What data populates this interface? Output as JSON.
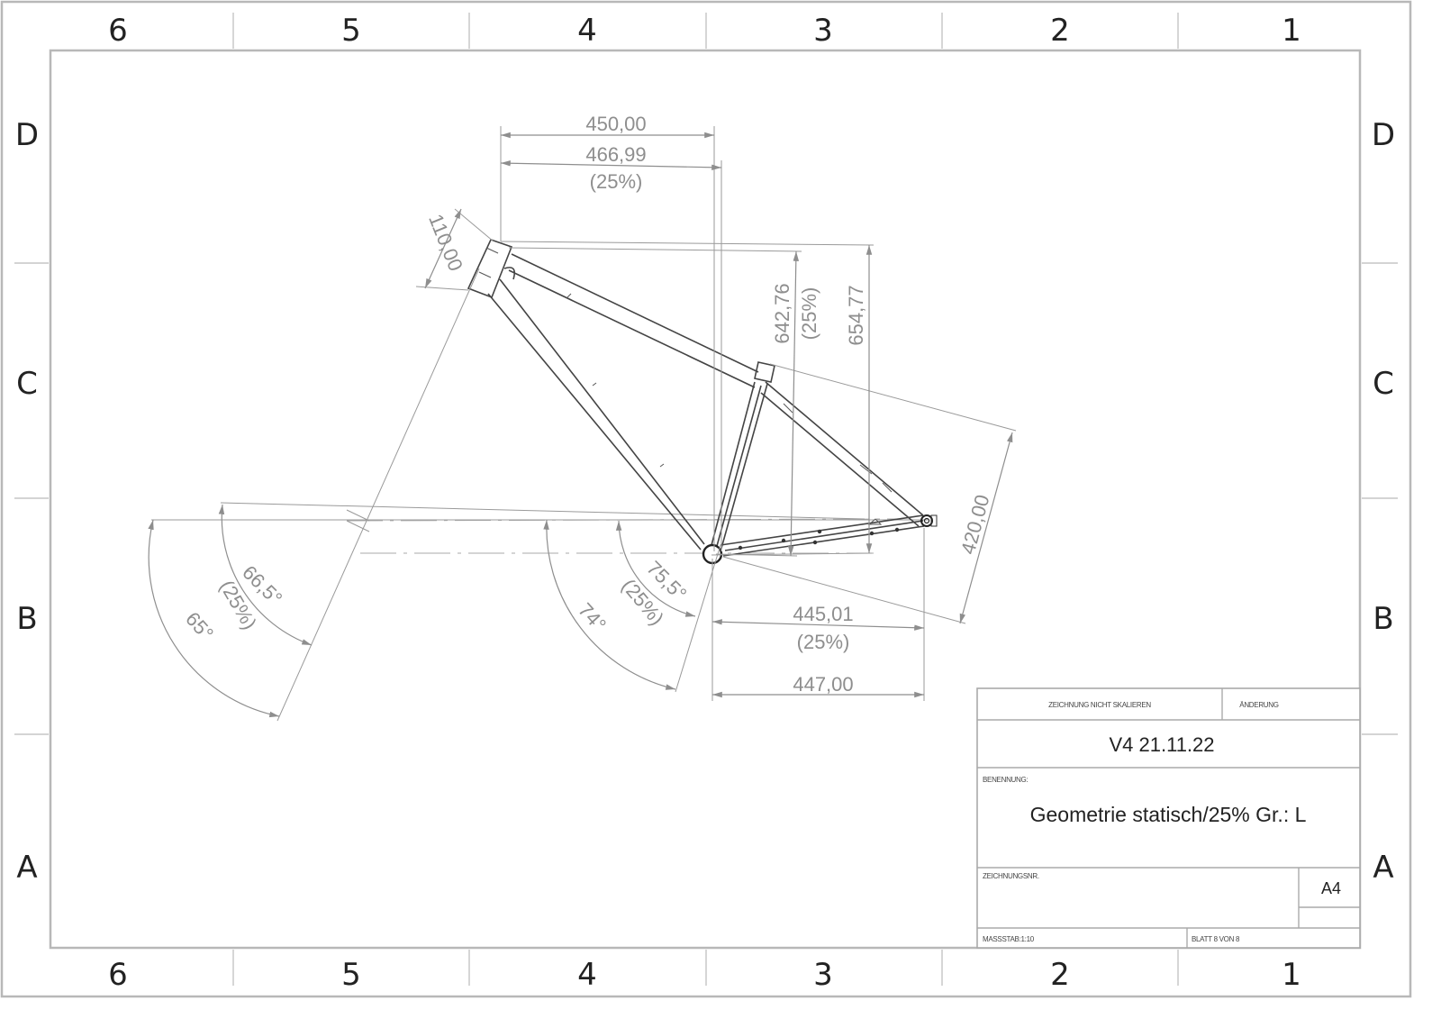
{
  "zones": {
    "columns": [
      "6",
      "5",
      "4",
      "3",
      "2",
      "1"
    ],
    "rows": [
      "D",
      "C",
      "B",
      "A"
    ]
  },
  "dimensions": {
    "reach_nominal": "450,00",
    "reach_sag": "466,99",
    "reach_sag_note": "(25%)",
    "head_tube_length": "110,00",
    "stack_sag": "642,76",
    "stack_sag_note": "(25%)",
    "stack_nominal": "654,77",
    "chainstay_length": "420,00",
    "chainstay_horizontal_sag": "445,01",
    "chainstay_horizontal_sag_note": "(25%)",
    "chainstay_horizontal_nominal": "447,00",
    "head_angle_sag": "66,5°",
    "head_angle_sag_note": "(25%)",
    "head_angle_nominal": "65°",
    "seat_angle_sag": "75,5°",
    "seat_angle_sag_note": "(25%)",
    "seat_angle_nominal": "74°"
  },
  "title_block": {
    "no_scale_label": "ZEICHNUNG NICHT SKALIEREN",
    "revision_label": "ÄNDERUNG",
    "revision_value": "V4 21.11.22",
    "name_label": "BENENNUNG:",
    "name_value": "Geometrie statisch/25% Gr.: L",
    "drawing_no_label": "ZEICHNUNGSNR.",
    "sheet_size": "A4",
    "scale": "MASSSTAB:1:10",
    "sheet": "BLATT 8 VON 8"
  }
}
